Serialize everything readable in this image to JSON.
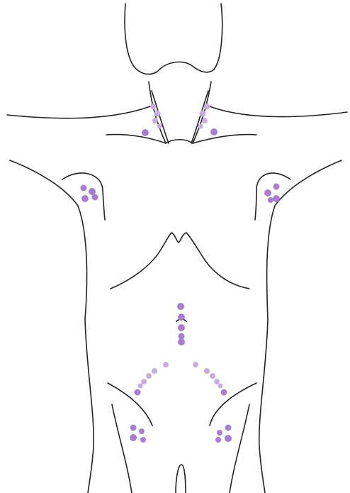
{
  "figure": {
    "background_color": "#ffffff",
    "outline_color": "#222222",
    "node_color": "#a87fd0",
    "node_color_light": "#c9addf",
    "groups": [
      {
        "id": "cervical-left",
        "count": 4
      },
      {
        "id": "cervical-right",
        "count": 4
      },
      {
        "id": "supraclavicular-left",
        "count": 1
      },
      {
        "id": "supraclavicular-right",
        "count": 1
      },
      {
        "id": "axillary-left",
        "count": 4
      },
      {
        "id": "axillary-right",
        "count": 4
      },
      {
        "id": "para-aortic",
        "count": 5
      },
      {
        "id": "iliac-left",
        "count": 6
      },
      {
        "id": "iliac-right",
        "count": 6
      },
      {
        "id": "inguinal-left",
        "count": 4
      },
      {
        "id": "inguinal-right",
        "count": 4
      }
    ]
  }
}
